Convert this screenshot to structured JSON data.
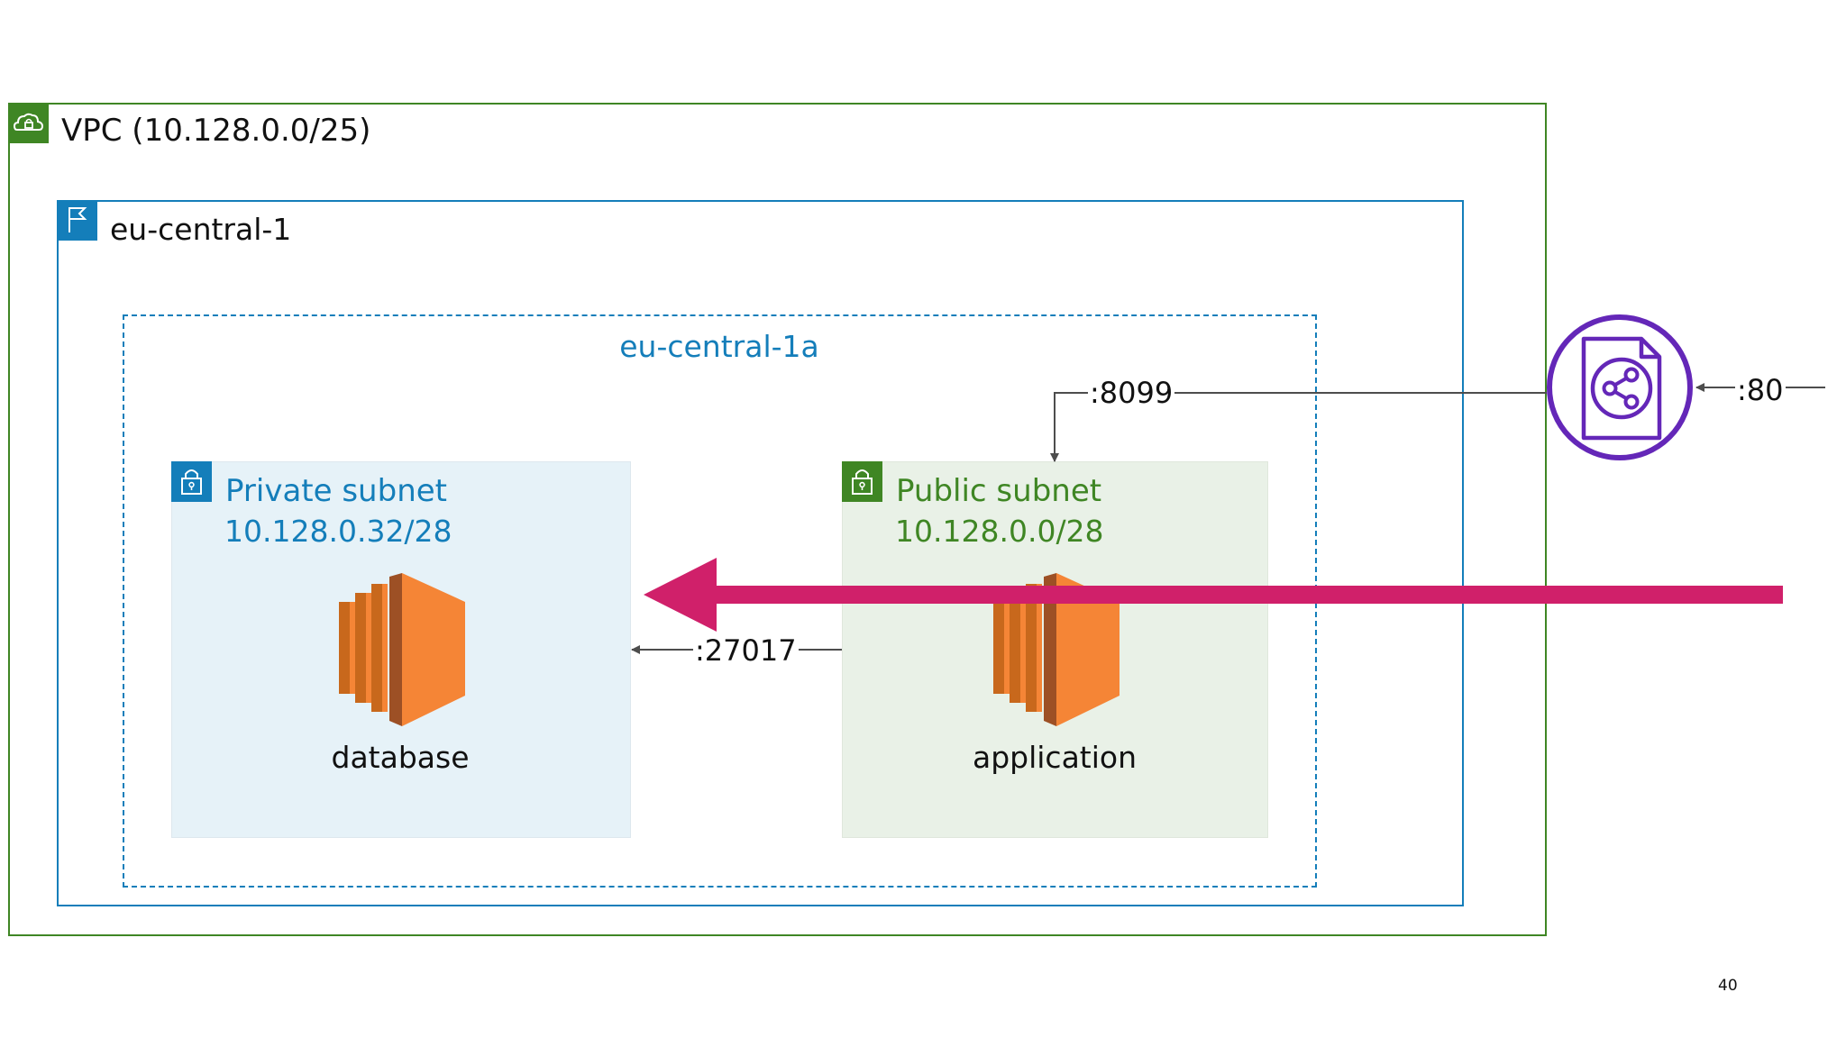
{
  "vpc": {
    "label": "VPC (10.128.0.0/25)",
    "border_color": "#3f8624",
    "icon": "vpc-cloud-lock-icon"
  },
  "region": {
    "label": "eu-central-1",
    "border_color": "#147eba",
    "icon": "region-flag-icon"
  },
  "availability_zone": {
    "label": "eu-central-1a",
    "border_color": "#147eba"
  },
  "private_subnet": {
    "title": "Private subnet",
    "cidr": "10.128.0.32/28",
    "color": "#147eba",
    "background": "#e6f2f8",
    "icon": "padlock-icon",
    "instance": {
      "label": "database",
      "icon": "ec2-instance-icon"
    }
  },
  "public_subnet": {
    "title": "Public subnet",
    "cidr": "10.128.0.0/28",
    "color": "#3f8624",
    "background": "#e9f1e7",
    "icon": "padlock-icon",
    "instance": {
      "label": "application",
      "icon": "ec2-instance-icon"
    }
  },
  "external_service": {
    "icon": "shared-document-service-icon",
    "color": "#6427b8"
  },
  "connections": [
    {
      "from": "external",
      "to": "external-service",
      "port": ":80"
    },
    {
      "from": "external-service",
      "to": "application",
      "port": ":8099"
    },
    {
      "from": "application",
      "to": "database",
      "port": ":27017"
    }
  ],
  "highlight_arrow": {
    "color": "#d0206a",
    "direction": "left"
  },
  "page_number": "40"
}
